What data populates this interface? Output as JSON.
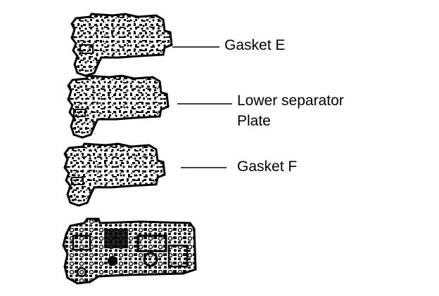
{
  "labels": {
    "gasket_e": "Gasket E",
    "lower_separator_line1": "Lower separator",
    "lower_separator_line2": "Plate",
    "gasket_f": "Gasket F"
  },
  "colors": {
    "ink": "#000000",
    "paper": "#ffffff"
  }
}
